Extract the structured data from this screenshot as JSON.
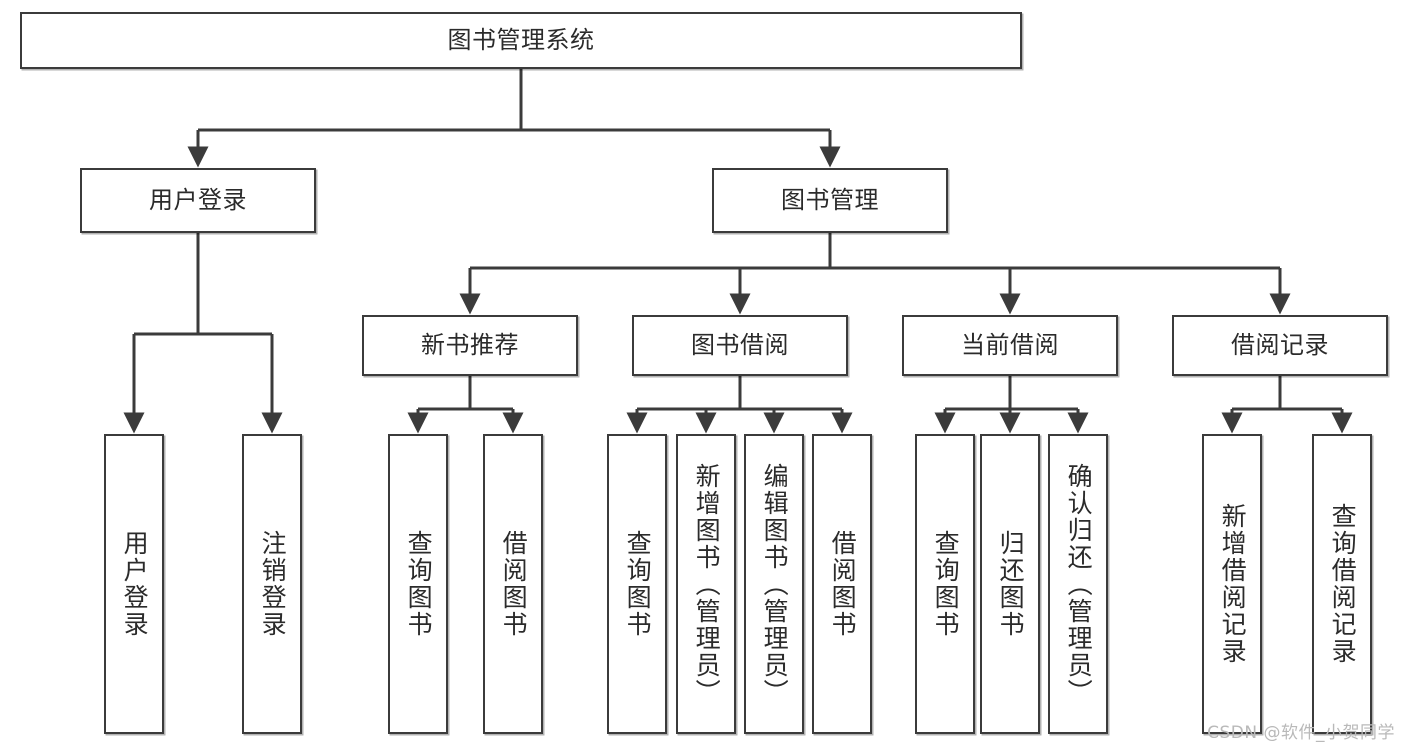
{
  "diagram": {
    "title": "图书管理系统",
    "type": "hierarchy-tree",
    "watermark": "CSDN @软件_小贺同学",
    "colors": {
      "stroke": "#3b3b3b",
      "text": "#2b2b2b",
      "background": "#ffffff",
      "watermark": "#b9b9b9"
    },
    "root": {
      "label": "图书管理系统"
    },
    "level2": [
      {
        "label": "用户登录"
      },
      {
        "label": "图书管理"
      }
    ],
    "level3": [
      {
        "label": "新书推荐"
      },
      {
        "label": "图书借阅"
      },
      {
        "label": "当前借阅"
      },
      {
        "label": "借阅记录"
      }
    ],
    "leaves": {
      "user_login": [
        {
          "label": "用户登录"
        },
        {
          "label": "注销登录"
        }
      ],
      "new_book_recommend": [
        {
          "label": "查询图书"
        },
        {
          "label": "借阅图书"
        }
      ],
      "book_borrow": [
        {
          "label": "查询图书"
        },
        {
          "label": "新增图书（管理员）"
        },
        {
          "label": "编辑图书（管理员）"
        },
        {
          "label": "借阅图书"
        }
      ],
      "current_borrow": [
        {
          "label": "查询图书"
        },
        {
          "label": "归还图书"
        },
        {
          "label": "确认归还（管理员）"
        }
      ],
      "borrow_record": [
        {
          "label": "新增借阅记录"
        },
        {
          "label": "查询借阅记录"
        }
      ]
    }
  }
}
